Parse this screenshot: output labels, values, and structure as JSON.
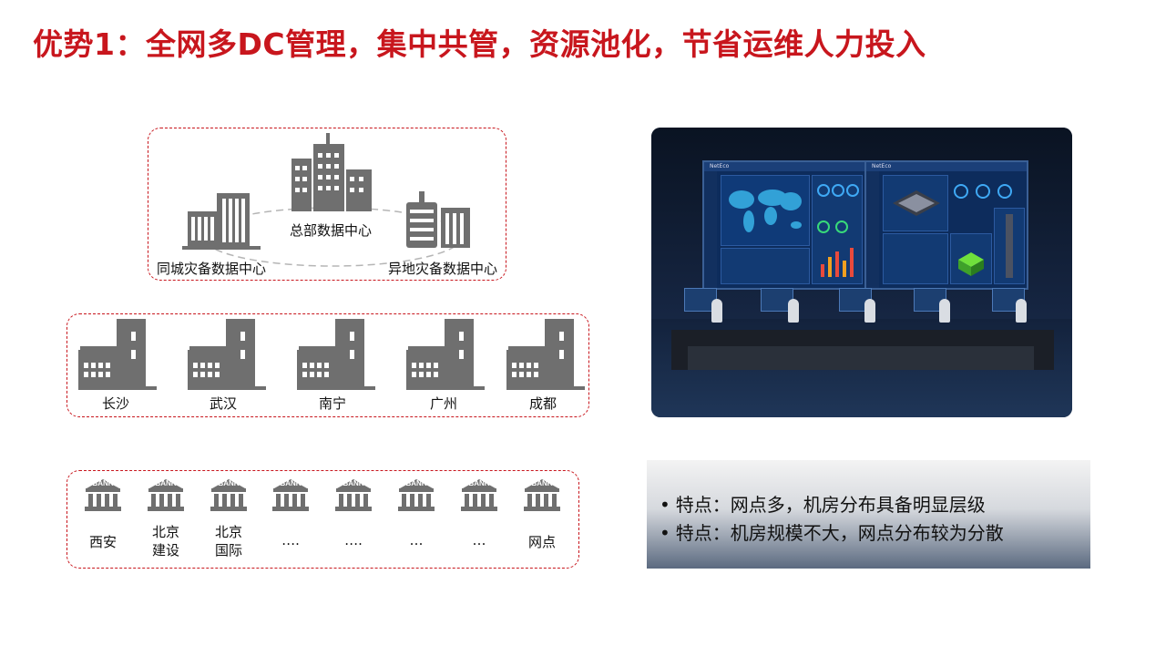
{
  "title": "优势1：全网多DC管理，集中共管，资源池化，节省运维人力投入",
  "hq": {
    "center": "总部数据中心",
    "left": "同城灾备数据中心",
    "right": "异地灾备数据中心"
  },
  "cities": [
    "长沙",
    "武汉",
    "南宁",
    "广州",
    "成都"
  ],
  "bank_sign": "BANK",
  "branches": [
    {
      "l1": "西安",
      "l2": ""
    },
    {
      "l1": "北京",
      "l2": "建设"
    },
    {
      "l1": "北京",
      "l2": "国际"
    },
    {
      "l1": "….",
      "l2": ""
    },
    {
      "l1": "….",
      "l2": ""
    },
    {
      "l1": "…",
      "l2": ""
    },
    {
      "l1": "…",
      "l2": ""
    },
    {
      "l1": "网点",
      "l2": ""
    }
  ],
  "photo": {
    "screen_left_brand": "NetEco",
    "screen_right_brand": "NetEco"
  },
  "features": {
    "bullet": "•",
    "line1": "特点：网点多，机房分布具备明显层级",
    "line2": "特点：机房规模不大，网点分布较为分散"
  },
  "colors": {
    "accent": "#c8161d",
    "icon_gray": "#6f6f6f"
  },
  "icons": [
    "office-building-icon",
    "city-building-icon",
    "bank-icon"
  ]
}
